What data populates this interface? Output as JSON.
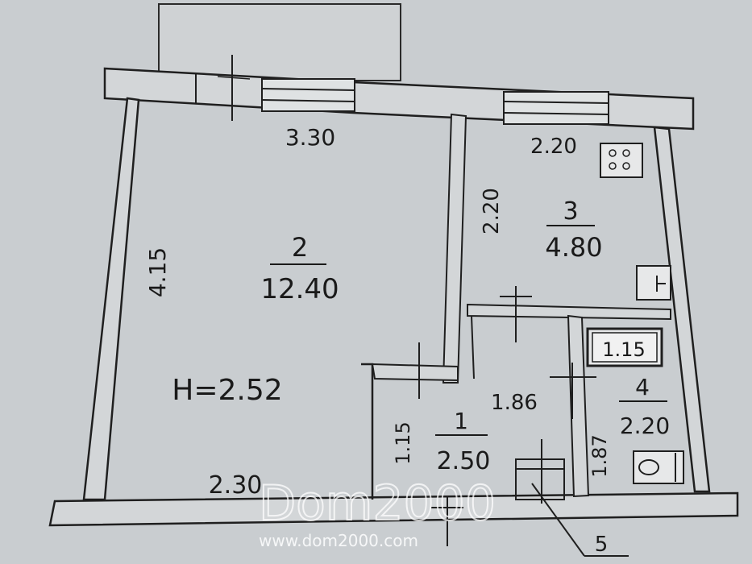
{
  "plan": {
    "rooms": [
      {
        "number": "2",
        "area": "12.40"
      },
      {
        "number": "3",
        "area": "4.80"
      },
      {
        "number": "1",
        "area": "2.50"
      },
      {
        "number": "4",
        "area": "2.20"
      }
    ],
    "dimensions": {
      "room2_top": "3.30",
      "room2_left": "4.15",
      "room2_bottom": "2.30",
      "room3_top": "2.20",
      "room3_left": "2.20",
      "hall_width": "1.86",
      "hall_side": "1.15",
      "bath_side": "1.87"
    },
    "ceiling_height": "H=2.52",
    "bathtub_label": "1.15",
    "callout_number": "5"
  },
  "watermark": {
    "logo": "Dom2000",
    "url": "www.dom2000.com"
  },
  "colors": {
    "paper": "#c9cdd0",
    "wall_fill": "#d3d6d8",
    "line": "#1f1f1f",
    "watermark": "#ffffff"
  }
}
